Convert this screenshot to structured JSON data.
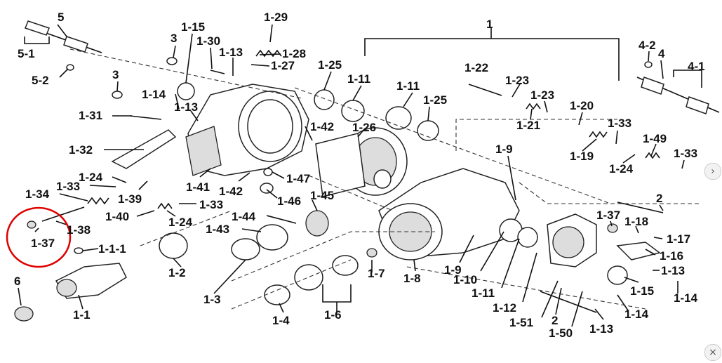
{
  "labels": [
    {
      "text": "5"
    },
    {
      "text": "5-1"
    },
    {
      "text": "5-2"
    },
    {
      "text": "3"
    },
    {
      "text": "3"
    },
    {
      "text": "1-15"
    },
    {
      "text": "1-30"
    },
    {
      "text": "1-13"
    },
    {
      "text": "1-29"
    },
    {
      "text": "1-28"
    },
    {
      "text": "1-27"
    },
    {
      "text": "1-25"
    },
    {
      "text": "1-11"
    },
    {
      "text": "1-11"
    },
    {
      "text": "1-25"
    },
    {
      "text": "1-14"
    },
    {
      "text": "1-13"
    },
    {
      "text": "1-31"
    },
    {
      "text": "1-42"
    },
    {
      "text": "1-26"
    },
    {
      "text": "1-32"
    },
    {
      "text": "1-24"
    },
    {
      "text": "1-33"
    },
    {
      "text": "1-34"
    },
    {
      "text": "1-39"
    },
    {
      "text": "1-41"
    },
    {
      "text": "1-42"
    },
    {
      "text": "1-47"
    },
    {
      "text": "1-33"
    },
    {
      "text": "1-40"
    },
    {
      "text": "1-24"
    },
    {
      "text": "1-46"
    },
    {
      "text": "1-45"
    },
    {
      "text": "1-44"
    },
    {
      "text": "1-43"
    },
    {
      "text": "1-38"
    },
    {
      "text": "1-37"
    },
    {
      "text": "1-1-1"
    },
    {
      "text": "1-2"
    },
    {
      "text": "1-3"
    },
    {
      "text": "1-7"
    },
    {
      "text": "1-8"
    },
    {
      "text": "1-6"
    },
    {
      "text": "1-4"
    },
    {
      "text": "1-1"
    },
    {
      "text": "6"
    },
    {
      "text": "1"
    },
    {
      "text": "1-22"
    },
    {
      "text": "1-23"
    },
    {
      "text": "1-23"
    },
    {
      "text": "1-21"
    },
    {
      "text": "1-20"
    },
    {
      "text": "1-33"
    },
    {
      "text": "1-19"
    },
    {
      "text": "1-49"
    },
    {
      "text": "1-24"
    },
    {
      "text": "1-33"
    },
    {
      "text": "1-9"
    },
    {
      "text": "4-2"
    },
    {
      "text": "4"
    },
    {
      "text": "4-1"
    },
    {
      "text": "2"
    },
    {
      "text": "1-37"
    },
    {
      "text": "1-18"
    },
    {
      "text": "1-17"
    },
    {
      "text": "1-16"
    },
    {
      "text": "1-13"
    },
    {
      "text": "1-15"
    },
    {
      "text": "1-14"
    },
    {
      "text": "1-9"
    },
    {
      "text": "1-10"
    },
    {
      "text": "1-11"
    },
    {
      "text": "1-12"
    },
    {
      "text": "1-51"
    },
    {
      "text": "2"
    },
    {
      "text": "1-50"
    },
    {
      "text": "1-13"
    },
    {
      "text": "1-14"
    }
  ],
  "highlight": {
    "color": "#e00000"
  },
  "nav": {
    "next_icon": "›",
    "close_icon": "×"
  }
}
